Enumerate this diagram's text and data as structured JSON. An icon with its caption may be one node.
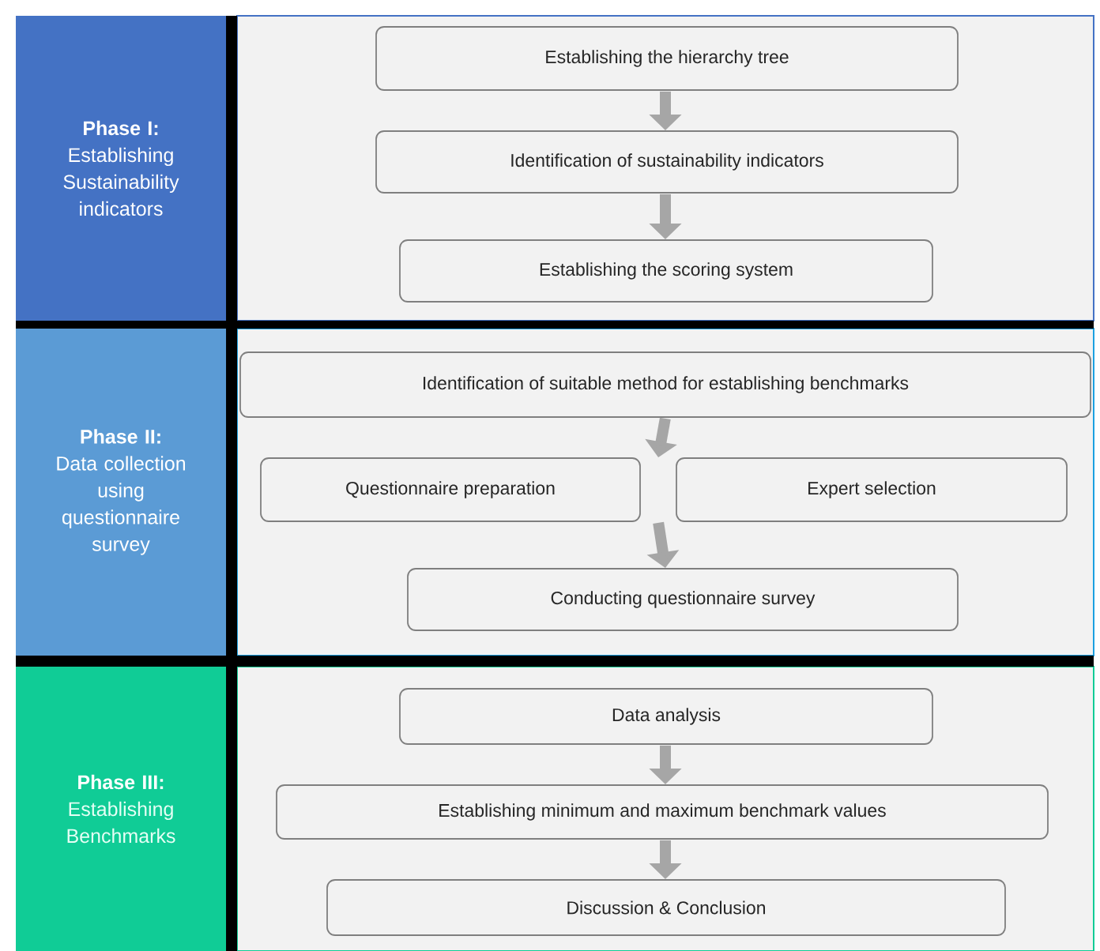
{
  "diagram": {
    "nodes": [
      {
        "text": [
          "Phase I:",
          "Establishing Sustainability indicators"
        ]
      },
      {
        "text": [
          "Establishing the hierarchy tree"
        ]
      },
      {
        "text": [
          "Identification of sustainability indicators"
        ]
      },
      {
        "text": [
          "Establishing the scoring system"
        ]
      },
      {
        "text": [
          "Phase II:",
          "Data collection using questionnaire survey"
        ]
      },
      {
        "text": [
          "Identification of suitable method for establishing benchmarks"
        ]
      },
      {
        "text": [
          "Questionnaire preparation"
        ]
      },
      {
        "text": [
          "Expert selection"
        ]
      },
      {
        "text": [
          "Conducting questionnaire survey"
        ]
      },
      {
        "text": [
          "Phase III:",
          "Establishing Benchmarks"
        ]
      },
      {
        "text": [
          "Data analysis"
        ]
      },
      {
        "text": [
          "Establishing minimum and maximum benchmark values"
        ]
      },
      {
        "text": [
          "Discussion & Conclusion"
        ]
      }
    ],
    "edges": [
      {
        "from": 1,
        "to": 2,
        "arrow": "to"
      },
      {
        "from": 2,
        "to": 3,
        "arrow": "to"
      },
      {
        "from": 5,
        "to": 6,
        "arrow": "to"
      },
      {
        "from": 5,
        "to": 7,
        "arrow": "to"
      },
      {
        "from": 6,
        "to": 8,
        "arrow": "to"
      },
      {
        "from": 7,
        "to": 8,
        "arrow": "to"
      },
      {
        "from": 10,
        "to": 11,
        "arrow": "to"
      },
      {
        "from": 11,
        "to": 12,
        "arrow": "to"
      }
    ]
  }
}
